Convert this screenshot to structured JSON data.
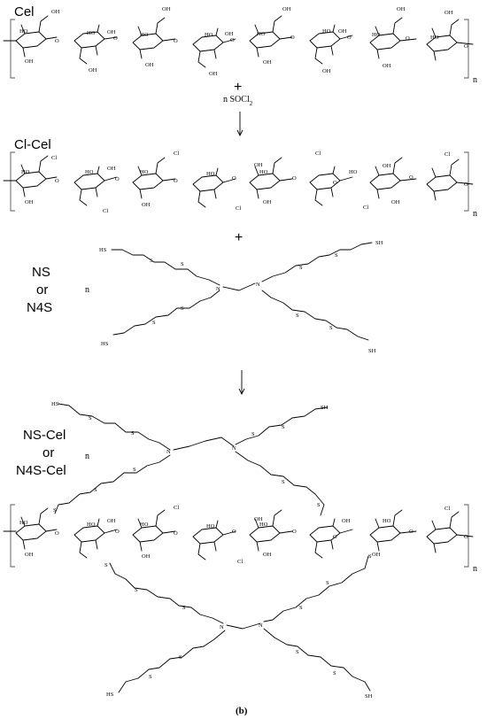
{
  "labels": {
    "cel": "Cel",
    "cl_cel": "Cl-Cel",
    "plus": "+",
    "reagent": "n SOCl",
    "reagent_sub": "2",
    "ns": "NS",
    "or": "or",
    "n4s": "N4S",
    "ns_cel": "NS-Cel",
    "or2": "or",
    "n4s_cel": "N4S-Cel",
    "n": "n",
    "panel": "(b)"
  },
  "atoms": {
    "OH": "OH",
    "HO": "HO",
    "O": "O",
    "Cl": "Cl",
    "S": "S",
    "N": "N",
    "SH": "SH",
    "HS": "HS"
  }
}
